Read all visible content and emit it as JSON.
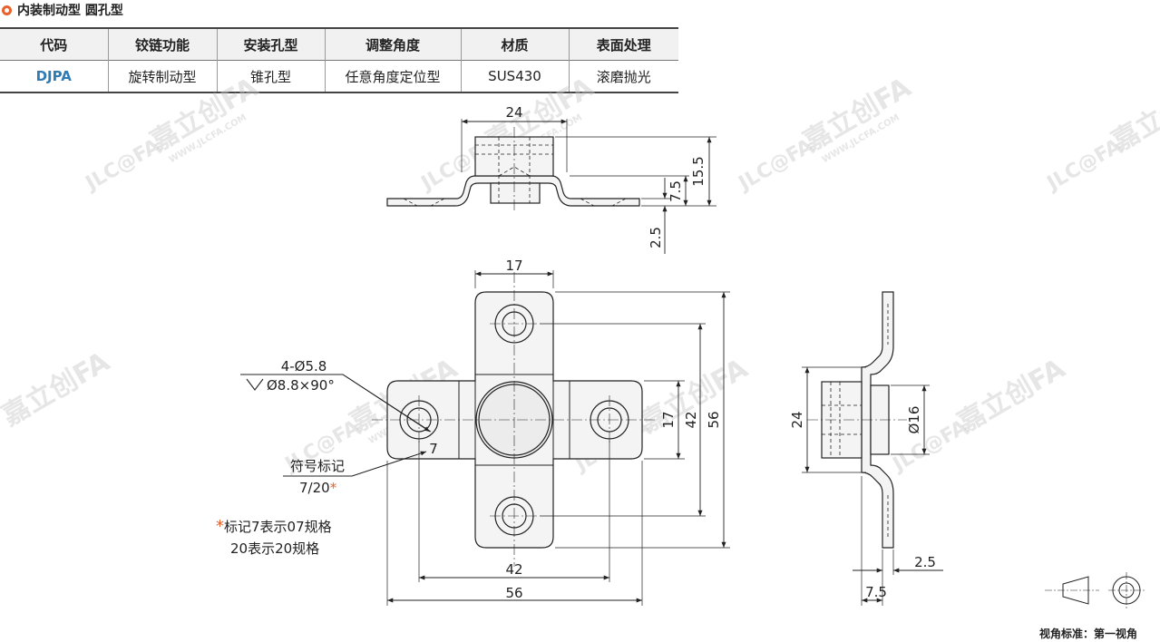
{
  "title": "内装制动型 圆孔型",
  "accent_color": "#e8602c",
  "code_color": "#2f7bb3",
  "table": {
    "headers": [
      "代码",
      "铰链功能",
      "安装孔型",
      "调整角度",
      "材质",
      "表面处理"
    ],
    "row": [
      "DJPA",
      "旋转制动型",
      "锥孔型",
      "任意角度定位型",
      "SUS430",
      "滚磨抛光"
    ]
  },
  "drawing": {
    "top_view": {
      "dim_width": "24",
      "dim_height_total": "15.5",
      "dim_height_base": "7.5",
      "dim_plate": "2.5"
    },
    "front_view": {
      "dim_top_width": "17",
      "dim_hole_label": "4-Ø5.8",
      "dim_countersink": "Ø8.8×90°",
      "dim_mark_value": "7",
      "dim_center_height": "17",
      "dim_hole_pitch_v": "42",
      "dim_total_height": "56",
      "dim_hole_pitch_h": "42",
      "dim_total_width": "56"
    },
    "symbol_note": {
      "line1": "符号标记",
      "line2": "7/20",
      "star": "*"
    },
    "spec_note": {
      "star": "*",
      "line1": "标记7表示07规格",
      "line2": "20表示20规格"
    },
    "side_view": {
      "dim_height": "24",
      "dim_diameter": "Ø16",
      "dim_thickness": "2.5",
      "dim_offset": "7.5"
    }
  },
  "footer": {
    "projection_text": "视角标准：第一视角"
  },
  "watermark": {
    "text_cn": "嘉立创FA",
    "text_en": "JLC@FA",
    "url": "WWW.JLCFA.COM"
  }
}
